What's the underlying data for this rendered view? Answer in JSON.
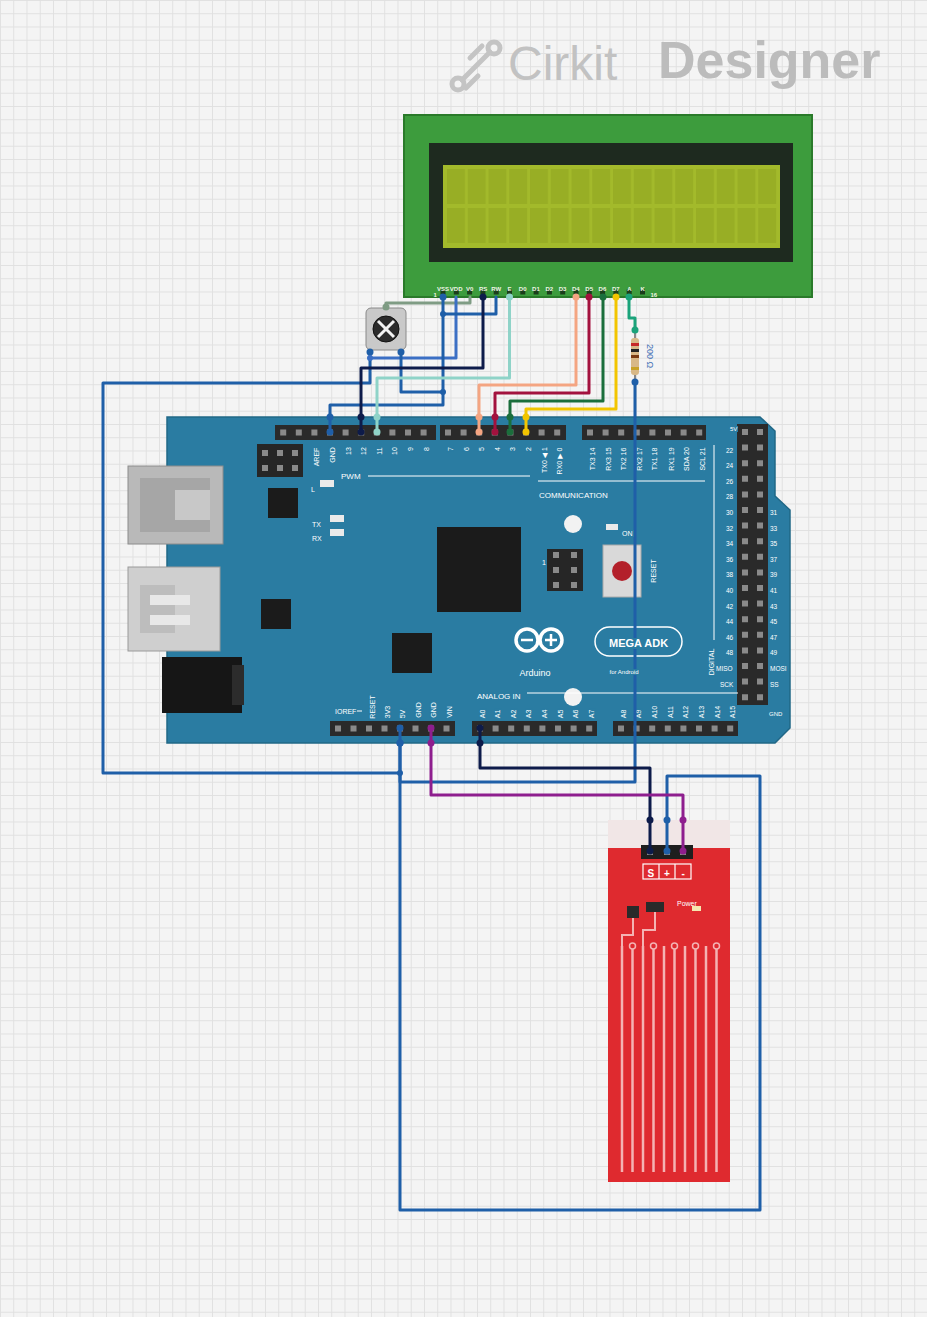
{
  "diagram": {
    "nodes": [
      {
        "text": [
          "VSS",
          "VDD",
          "V0",
          "RS",
          "RW",
          "E",
          "D0",
          "D1",
          "D2",
          "D3",
          "D4",
          "D5",
          "D6",
          "D7",
          "A",
          "K",
          "1",
          "16"
        ]
      },
      {
        "text": [
          "200 Ω"
        ]
      },
      {
        "text": [
          "AREF",
          "GND",
          "13",
          "12",
          "11",
          "10",
          "9",
          "8",
          "7",
          "6",
          "5",
          "4",
          "3",
          "2",
          "TX0 ◀ 1",
          "RX0 ▶ 0",
          "TX3 14",
          "RX3 15",
          "TX2 16",
          "RX2 17",
          "TX1 18",
          "RX1 19",
          "SDA 20",
          "SCL 21",
          "PWM",
          "L",
          "COMMUNICATION",
          "TX",
          "RX",
          "ON",
          "1",
          "RESET",
          "Arduino",
          "MEGA ADK",
          "for Android",
          "IOREF",
          "RESET",
          "3V3",
          "5V",
          "GND",
          "GND",
          "VIN",
          "ANALOG IN",
          "A0",
          "A1",
          "A2",
          "A3",
          "A4",
          "A5",
          "A6",
          "A7",
          "A8",
          "A9",
          "A10",
          "A11",
          "A12",
          "A13",
          "A14",
          "A15",
          "DIGITAL",
          "22",
          "24",
          "26",
          "28",
          "30",
          "32",
          "34",
          "36",
          "38",
          "40",
          "42",
          "44",
          "46",
          "48",
          "MISO",
          "SCK",
          "31",
          "33",
          "35",
          "37",
          "39",
          "41",
          "43",
          "45",
          "47",
          "49",
          "MOSI",
          "SS",
          "5V",
          "GND"
        ]
      },
      {
        "text": [
          "S",
          "+",
          "-",
          "Power"
        ]
      }
    ],
    "edges": [
      {
        "from": 0,
        "to": 2,
        "arrow": "none"
      },
      {
        "from": 0,
        "to": 2,
        "arrow": "none"
      },
      {
        "from": 0,
        "to": 2,
        "arrow": "none"
      },
      {
        "from": 0,
        "to": 2,
        "arrow": "none"
      },
      {
        "from": 0,
        "to": 2,
        "arrow": "none"
      },
      {
        "from": 0,
        "to": 2,
        "arrow": "none"
      },
      {
        "from": 0,
        "to": 2,
        "arrow": "none"
      },
      {
        "from": 0,
        "to": 1,
        "arrow": "none"
      },
      {
        "from": 1,
        "to": 2,
        "arrow": "none"
      },
      {
        "from": 2,
        "to": 3,
        "arrow": "none"
      },
      {
        "from": 2,
        "to": 3,
        "arrow": "none"
      },
      {
        "from": 2,
        "to": 3,
        "arrow": "none"
      }
    ],
    "labels": [
      "Cirkit",
      "Designer"
    ]
  }
}
